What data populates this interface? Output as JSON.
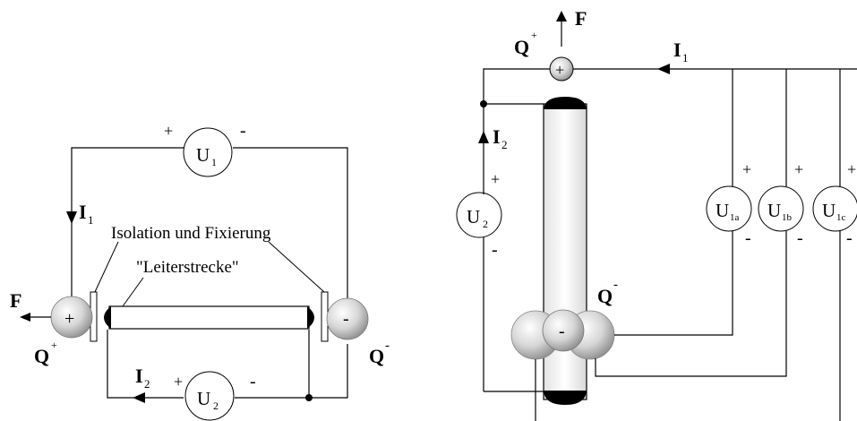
{
  "left_circuit": {
    "voltmeter_u1": {
      "main": "U",
      "sub": "1",
      "plus": "+",
      "minus": "-"
    },
    "voltmeter_u2": {
      "main": "U",
      "sub": "2",
      "plus": "+",
      "minus": "-"
    },
    "current_i1": {
      "main": "I",
      "sub": "1"
    },
    "current_i2": {
      "main": "I",
      "sub": "2"
    },
    "label_isolation": "Isolation und Fixierung",
    "label_leiterstrecke": "\"Leiterstrecke\"",
    "force": "F",
    "charge_pos": {
      "main": "Q",
      "sup": "+"
    },
    "charge_neg": {
      "main": "Q",
      "sup": "-"
    },
    "sphere_pos_sign": "+",
    "sphere_neg_sign": "-"
  },
  "right_circuit": {
    "force": "F",
    "charge_pos": {
      "main": "Q",
      "sup": "+"
    },
    "charge_neg": {
      "main": "Q",
      "sup": "-"
    },
    "current_i1": {
      "main": "I",
      "sub": "1"
    },
    "current_i2": {
      "main": "I",
      "sub": "2"
    },
    "voltmeter_u2": {
      "main": "U",
      "sub": "2",
      "plus": "+",
      "minus": "-"
    },
    "voltmeter_u1a": {
      "main": "U",
      "sub": "1a",
      "plus": "+",
      "minus": "-"
    },
    "voltmeter_u1b": {
      "main": "U",
      "sub": "1b",
      "plus": "+",
      "minus": "-"
    },
    "voltmeter_u1c": {
      "main": "U",
      "sub": "1c",
      "plus": "+",
      "minus": "-"
    },
    "sphere_pos_sign": "+",
    "sphere_neg_sign": "-"
  }
}
